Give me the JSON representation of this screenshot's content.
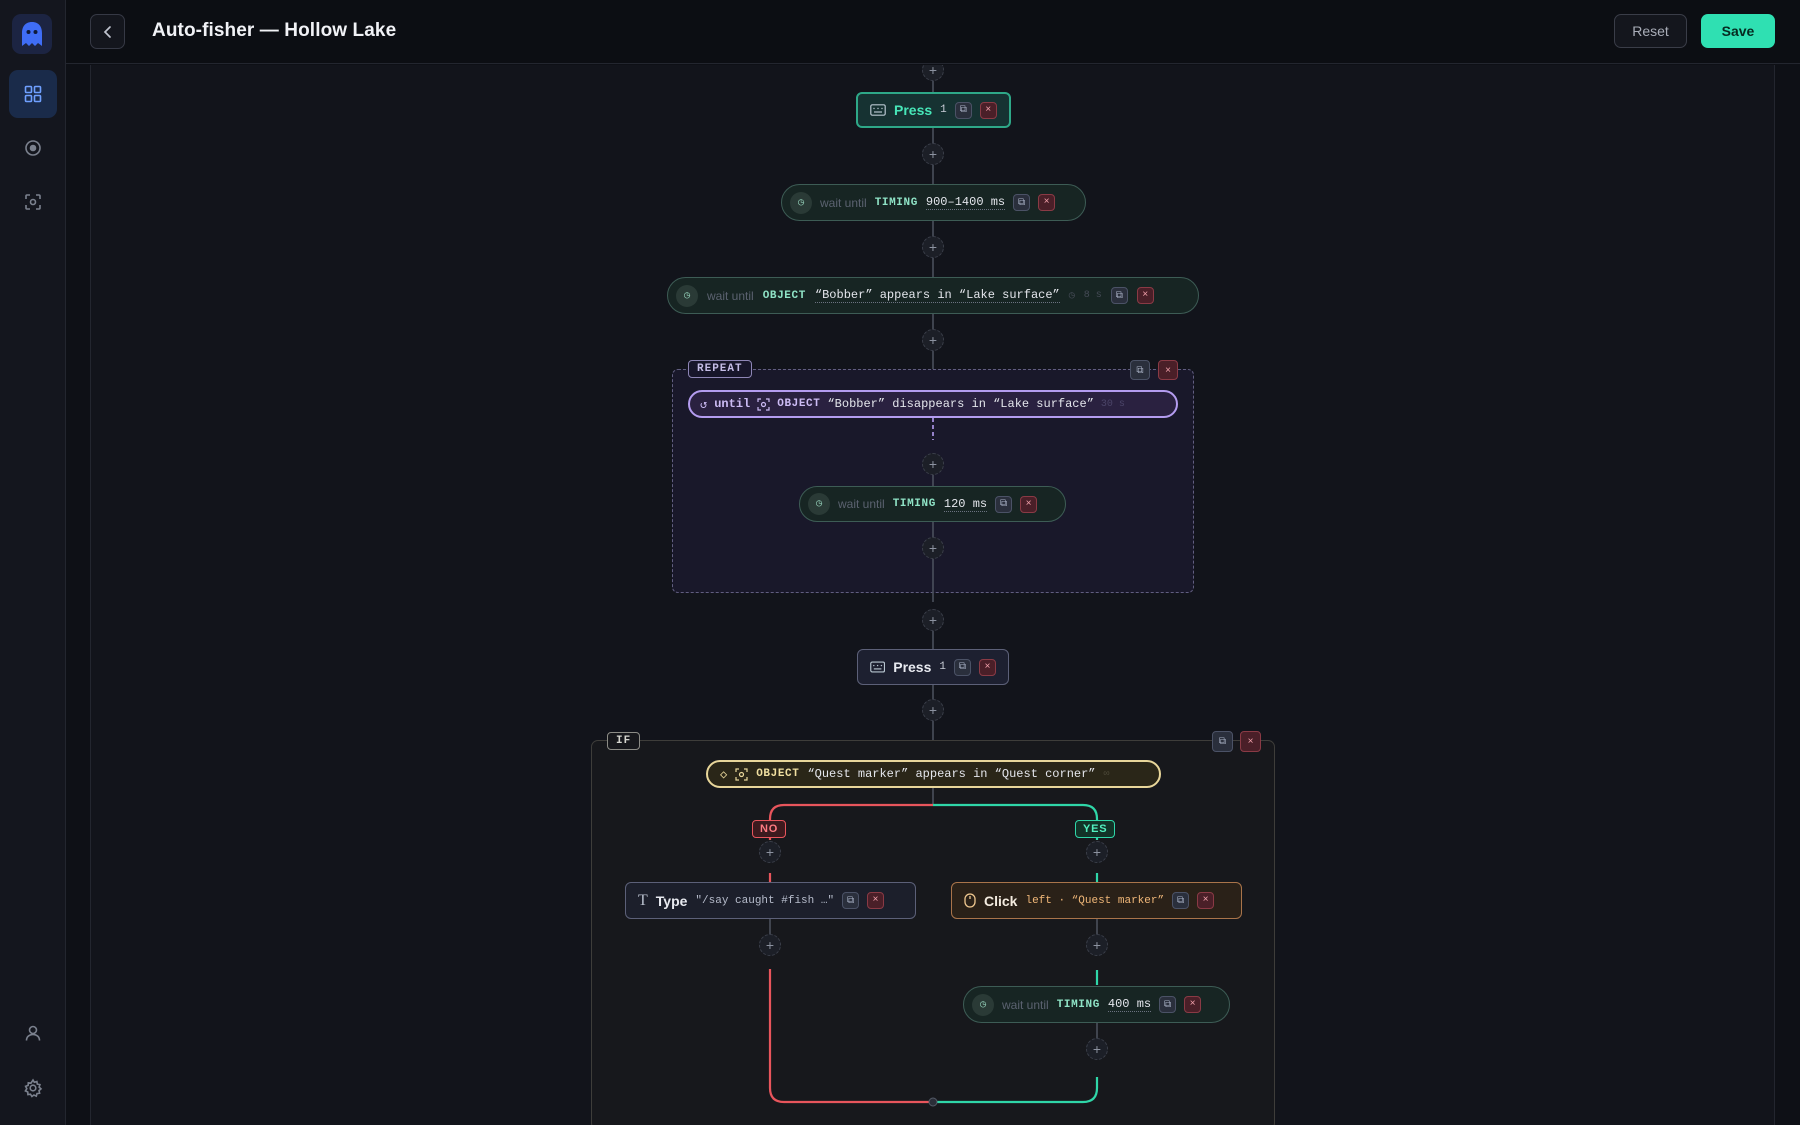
{
  "header": {
    "title": "Auto-fisher — Hollow Lake",
    "reset_label": "Reset",
    "save_label": "Save"
  },
  "colors": {
    "accent": "#2fe0b2",
    "no_branch": "#e8555c",
    "yes_branch": "#2fd6a8",
    "repeat_border": "#b49cf0",
    "if_border": "#e8d69a"
  },
  "flow": {
    "press_top": {
      "label": "Press",
      "key": "1"
    },
    "wait_timing_1": {
      "prefix": "wait until",
      "kind": "TIMING",
      "value": "900–1400 ms"
    },
    "wait_object_1": {
      "prefix": "wait until",
      "kind": "OBJECT",
      "value": "“Bobber” appears in “Lake surface”",
      "timeout": "8 s"
    },
    "repeat": {
      "tag": "REPEAT",
      "until_label": "until",
      "kind": "OBJECT",
      "value": "“Bobber” disappears in “Lake surface”",
      "timeout": "30 s",
      "inner_wait": {
        "prefix": "wait until",
        "kind": "TIMING",
        "value": "120 ms"
      }
    },
    "press_mid": {
      "label": "Press",
      "key": "1"
    },
    "if": {
      "tag": "IF",
      "kind": "OBJECT",
      "value": "“Quest marker” appears in “Quest corner”",
      "timeout": "∞",
      "no_label": "NO",
      "yes_label": "YES",
      "type_action": {
        "label": "Type",
        "value": "\"/say caught #fish …\""
      },
      "click_action": {
        "label": "Click",
        "value": "left · “Quest marker”"
      },
      "wait_yes": {
        "prefix": "wait until",
        "kind": "TIMING",
        "value": "400 ms"
      }
    }
  }
}
